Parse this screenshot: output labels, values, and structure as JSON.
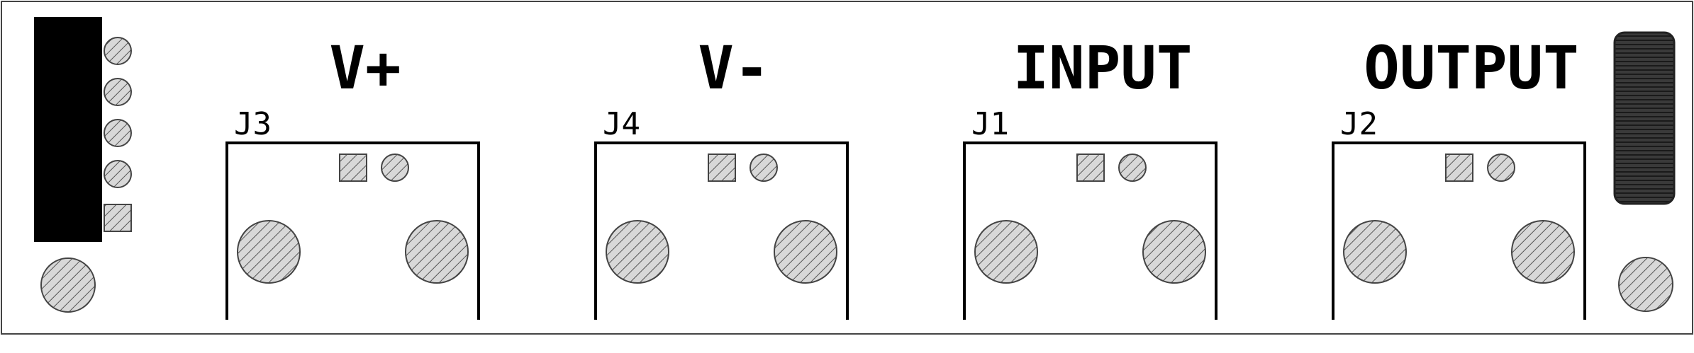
{
  "connectors": [
    {
      "ref": "J3",
      "label": "V+"
    },
    {
      "ref": "J4",
      "label": "V-"
    },
    {
      "ref": "J1",
      "label": "INPUT"
    },
    {
      "ref": "J2",
      "label": "OUTPUT"
    }
  ],
  "colors": {
    "ink": "#000000",
    "pad_fill": "#d8d8d8",
    "hatch": "#555555",
    "component_body": "#333333"
  },
  "icons": [
    "pad-icon",
    "hatched-pad-icon",
    "screw-terminal-icon"
  ]
}
